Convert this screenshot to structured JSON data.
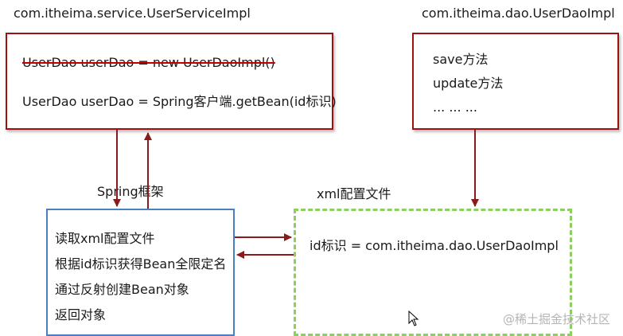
{
  "service": {
    "class_label": "com.itheima.service.UserServiceImpl",
    "old_code": "UserDao userDao = new UserDaoImpl()",
    "new_code": "UserDao userDao = Spring客户端.getBean(id标识)"
  },
  "dao": {
    "class_label": "com.itheima.dao.UserDaoImpl",
    "methods": [
      "save方法",
      "update方法",
      "... ... ..."
    ]
  },
  "spring": {
    "label": "Spring框架",
    "steps": [
      "读取xml配置文件",
      "根据id标识获得Bean全限定名",
      "通过反射创建Bean对象",
      "返回对象"
    ]
  },
  "xml": {
    "label": "xml配置文件",
    "mapping": "id标识 = com.itheima.dao.UserDaoImpl"
  },
  "watermark": "@稀土掘金技术社区",
  "colors": {
    "arrow": "#8b1a1a",
    "service_border": "#a01010",
    "spring_border": "#4a7fc1",
    "xml_border": "#8ccf5e"
  }
}
